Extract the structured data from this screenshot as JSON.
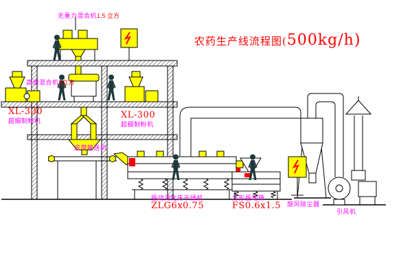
{
  "title": {
    "prefix": "农药生产线流程图(",
    "capacity": "500kg/h)"
  },
  "equipment": {
    "gravity_mixer": {
      "name": "无重力混合机",
      "size": "1.5 立方"
    },
    "high_speed_mixer": {
      "name": "高速混合机",
      "size": "3立方"
    },
    "mill_left": {
      "model": "XL-300",
      "name": "超细制粉机"
    },
    "mill_mid": {
      "model": "XL-300",
      "name": "超细制粉机"
    },
    "belt_conveyor": {
      "name": "皮带输送机"
    },
    "dryer": {
      "name": "振动流化床干燥机",
      "model": "ZLG6x0.75"
    },
    "sieve": {
      "name": "方形振动筛",
      "model": "FS0.6x1.5"
    },
    "cyclone": {
      "name": "旋风除尘器"
    },
    "fan": {
      "name": "引风机"
    }
  },
  "colors": {
    "background": "#ffffff",
    "line": "#000000",
    "label_text": "#ff00ff",
    "model_text": "#ff0000",
    "title_text": "#ff0000",
    "machine_fill": "#ffff00",
    "figure_fill": "#20373c"
  }
}
